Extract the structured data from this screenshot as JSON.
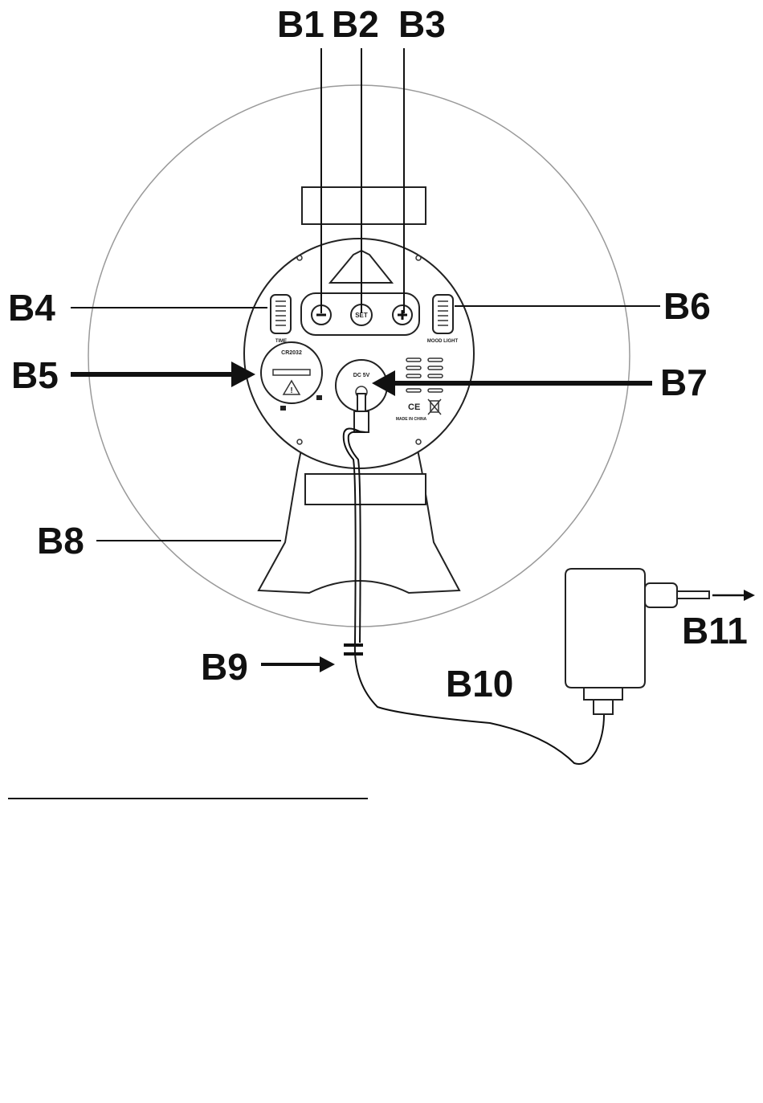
{
  "colors": {
    "ink": "#111111",
    "paper": "#ffffff",
    "outline": "#222222",
    "faint": "#9a9a9a"
  },
  "callouts": {
    "b1": "B1",
    "b2": "B2",
    "b3": "B3",
    "b4": "B4",
    "b5": "B5",
    "b6": "B6",
    "b7": "B7",
    "b8": "B8",
    "b9": "B9",
    "b10": "B10",
    "b11": "B11"
  },
  "device_labels": {
    "set_button": "SET",
    "minus_icon": "minus-icon",
    "plus_icon": "plus-icon",
    "power_jack": "DC 5V",
    "ce_mark": "CE",
    "made_in": "MADE IN CHINA",
    "battery_cover": "CR2032",
    "left_slider_label": "TIME",
    "right_slider_label": "MOOD LIGHT"
  }
}
